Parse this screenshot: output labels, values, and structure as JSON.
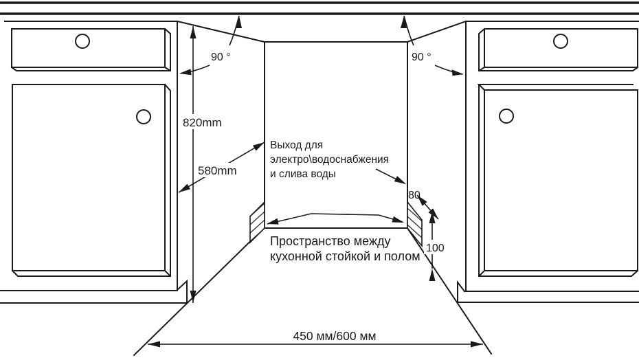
{
  "diagram": {
    "title_meaning": "built-in dishwasher niche installation dimensions",
    "dims": {
      "height": "820mm",
      "depth": "580mm",
      "width": "450 мм/600 мм",
      "plinth_recess_depth": "80",
      "plinth_recess_height": "100"
    },
    "angles": {
      "left": "90 °",
      "right": "90 °"
    },
    "outlet_label": {
      "line1": "Выход для",
      "line2": "электро\\водоснабжения",
      "line3": "и слива воды"
    },
    "gap_label": {
      "line1": "Пространство между",
      "line2": "кухонной стойкой и полом"
    },
    "colors": {
      "line": "#1a1a1a",
      "background": "#ffffff"
    }
  }
}
